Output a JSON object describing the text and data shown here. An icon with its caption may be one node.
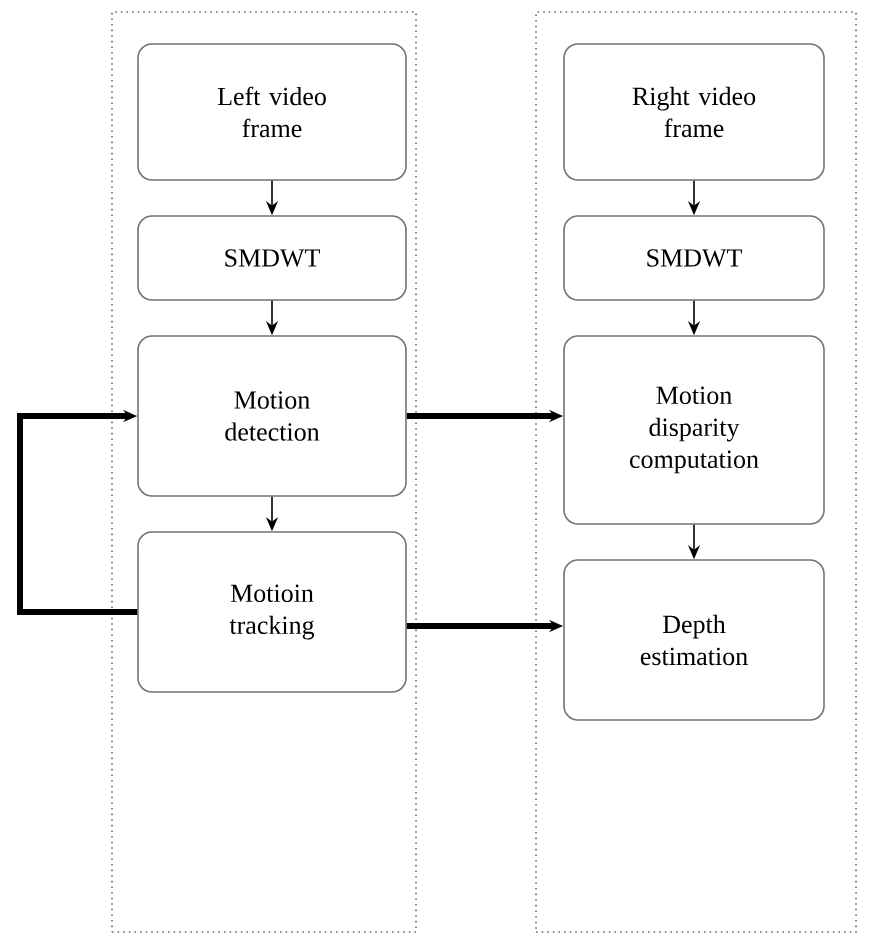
{
  "diagram": {
    "nodes": [
      {
        "text": [],
        "shape": "box"
      },
      {
        "text": [
          "Left video frame"
        ],
        "in": 0
      },
      {
        "text": [
          "SMDWT"
        ],
        "in": 0
      },
      {
        "text": [
          "Motion detection"
        ],
        "in": 0
      },
      {
        "text": [
          "Motioin tracking"
        ],
        "in": 0
      },
      {
        "text": [],
        "shape": "box"
      },
      {
        "text": [
          "Right video frame"
        ],
        "in": 5
      },
      {
        "text": [
          "SMDWT"
        ],
        "in": 5
      },
      {
        "text": [
          "Motion disparity computation"
        ],
        "in": 5
      },
      {
        "text": [
          "Depth estimation"
        ],
        "in": 5
      }
    ],
    "edges": [
      {
        "from": 1,
        "to": 2,
        "arrow": "to"
      },
      {
        "from": 2,
        "to": 3,
        "arrow": "to"
      },
      {
        "from": 3,
        "to": 4,
        "arrow": "to"
      },
      {
        "from": 4,
        "to": 3,
        "arrow": "to",
        "style": "thick"
      },
      {
        "from": 3,
        "to": 8,
        "arrow": "to",
        "style": "thick"
      },
      {
        "from": 4,
        "to": 9,
        "arrow": "to",
        "style": "thick"
      },
      {
        "from": 6,
        "to": 7,
        "arrow": "to"
      },
      {
        "from": 7,
        "to": 8,
        "arrow": "to"
      },
      {
        "from": 8,
        "to": 9,
        "arrow": "to"
      }
    ]
  }
}
